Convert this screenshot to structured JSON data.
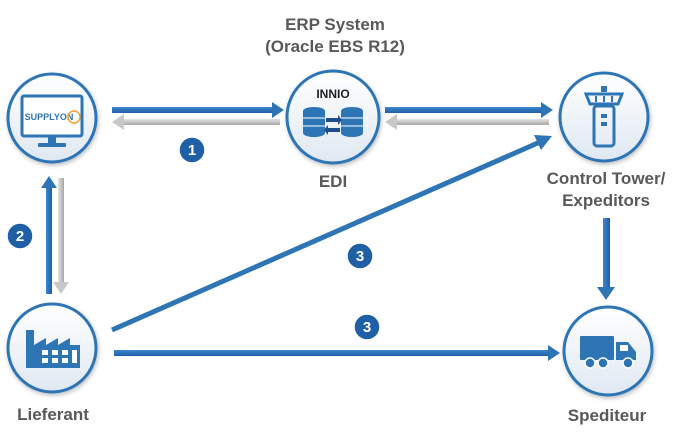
{
  "title": {
    "line1": "ERP System",
    "line2": "(Oracle EBS R12)"
  },
  "nodes": {
    "supplyon": {
      "logo_text": "SUPPLYON"
    },
    "edi": {
      "label": "EDI",
      "logo_text": "INNIO"
    },
    "control_tower": {
      "label_line1": "Control Tower/",
      "label_line2": "Expeditors"
    },
    "lieferant": {
      "label": "Lieferant"
    },
    "spediteur": {
      "label": "Spediteur"
    }
  },
  "badges": {
    "b1": "1",
    "b2": "2",
    "b3a": "3",
    "b3b": "3"
  },
  "colors": {
    "blue": "#2e75b6",
    "dark_blue": "#1f4e8c",
    "gray_arrow": "#bfbfbf",
    "label": "#595959",
    "badge": "#1f5fa6"
  }
}
